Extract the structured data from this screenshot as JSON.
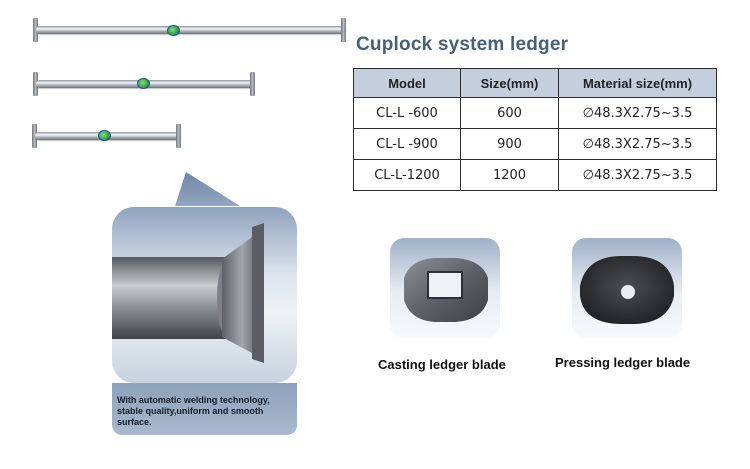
{
  "title": "Cuplock system ledger",
  "table": {
    "headers": [
      "Model",
      "Size(mm)",
      "Material size(mm)"
    ],
    "rows": [
      {
        "model": "CL-L -600",
        "size": "600",
        "material": "∅48.3X2.75~3.5"
      },
      {
        "model": "CL-L -900",
        "size": "900",
        "material": "∅48.3X2.75~3.5"
      },
      {
        "model": "CL-L-1200",
        "size": "1200",
        "material": "∅48.3X2.75~3.5"
      }
    ]
  },
  "closeup_caption": "With automatic welding technology, stable quality,uniform and smooth surface.",
  "casting_label": "Casting ledger blade",
  "pressing_label": "Pressing ledger blade",
  "colors": {
    "title": "#46607a",
    "header_bg": "#c5cedd",
    "panel": "#8da1bb",
    "marker_green": "#2c9a3b"
  }
}
